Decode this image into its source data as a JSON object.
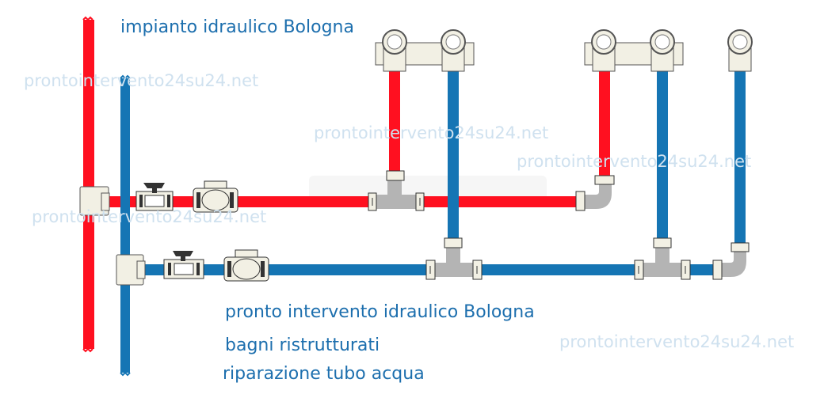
{
  "texts": {
    "title": "impianto idraulico Bologna",
    "line1": "pronto intervento idraulico Bologna",
    "line2": "bagni ristrutturati",
    "line3": "riparazione tubo acqua"
  },
  "watermarks": {
    "wm1": "prontointervento24su24.net",
    "wm2": "prontointervento24su24.net",
    "wm3": "prontointervento24su24.net",
    "wm4": "prontointervento24su24.net",
    "wm5": "prontointervento24su24.net"
  },
  "colors": {
    "hot": "#ff1020",
    "cold": "#1575b4",
    "fitting": "#f2f0e4",
    "tee": "#b4b4b4",
    "text": "#1d6fae",
    "watermark": "#cfe1ef"
  }
}
